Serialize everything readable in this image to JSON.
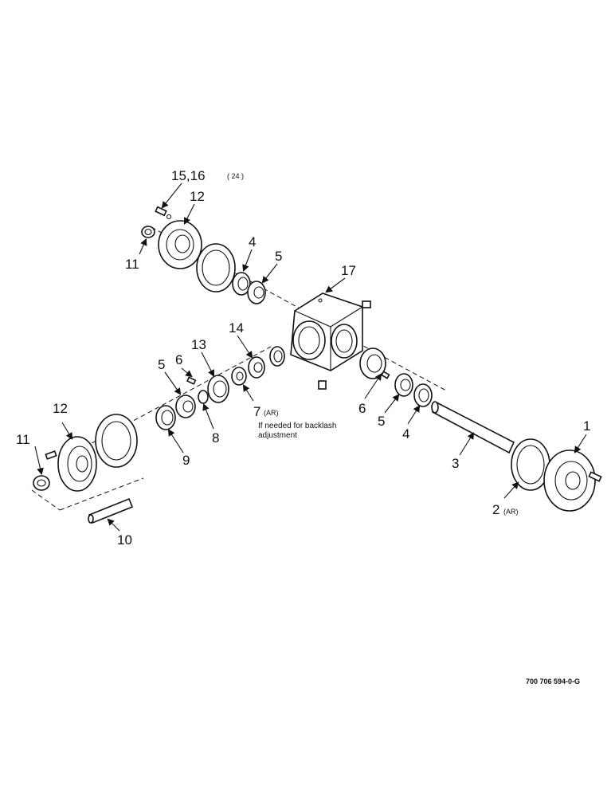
{
  "labels": {
    "l15_16": "15,16",
    "l15_16_qty": "( 24 )",
    "l12_top": "12",
    "l11_top": "11",
    "l4_top": "4",
    "l5_top": "5",
    "l17": "17",
    "l14": "14",
    "l13": "13",
    "l6_left": "6",
    "l5_left": "5",
    "l7": "7",
    "l7_qty": "(AR)",
    "l8": "8",
    "l9": "9",
    "l12_left": "12",
    "l11_left": "11",
    "l10": "10",
    "l6_right": "6",
    "l5_right": "5",
    "l4_right": "4",
    "l3": "3",
    "l2": "2",
    "l2_qty": "(AR)",
    "l1": "1"
  },
  "note": {
    "line1": "If needed for backlash",
    "line2": "adjustment"
  },
  "figure_ref": "700 706 594-0-G"
}
